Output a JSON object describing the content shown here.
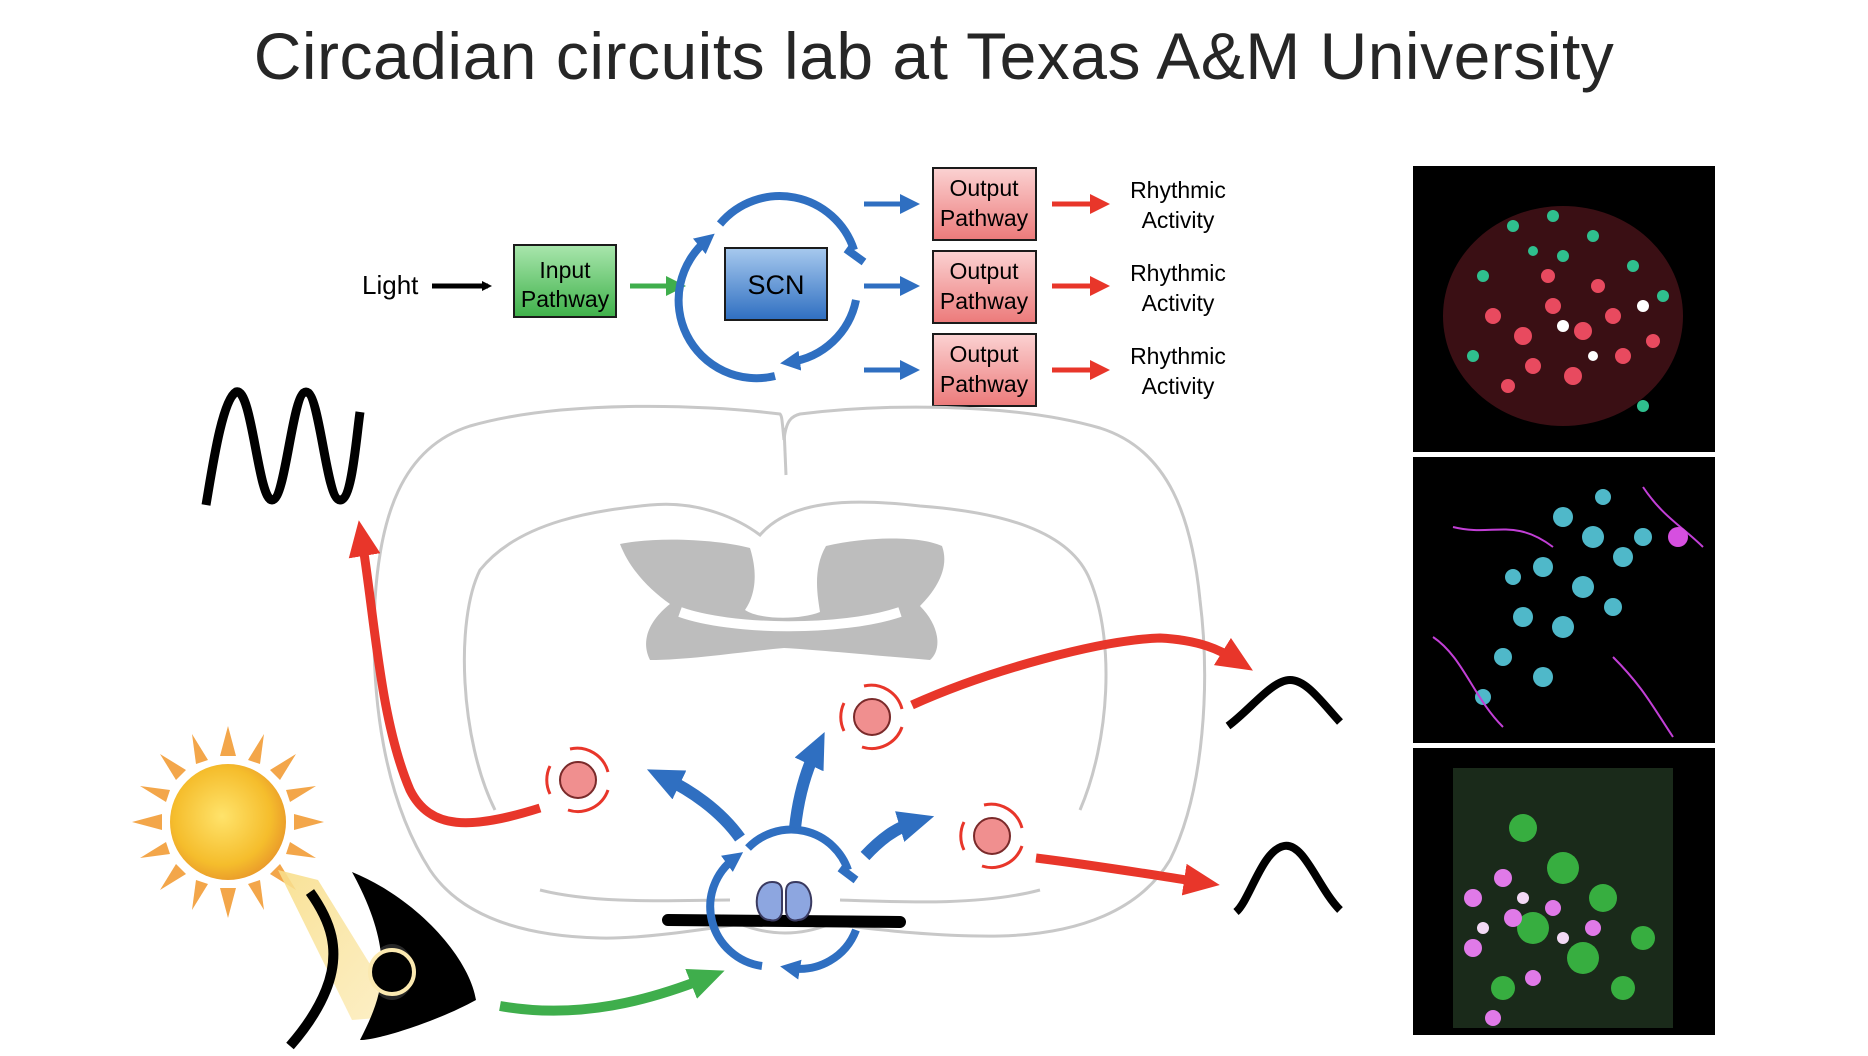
{
  "title": "Circadian circuits lab at Texas A&M University",
  "flow": {
    "light_label": "Light",
    "input_box": [
      "Input",
      "Pathway"
    ],
    "scn_label": "SCN",
    "outputs": [
      {
        "box": [
          "Output",
          "Pathway"
        ],
        "result": [
          "Rhythmic",
          "Activity"
        ]
      },
      {
        "box": [
          "Output",
          "Pathway"
        ],
        "result": [
          "Rhythmic",
          "Activity"
        ]
      },
      {
        "box": [
          "Output",
          "Pathway"
        ],
        "result": [
          "Rhythmic",
          "Activity"
        ]
      }
    ]
  },
  "colors": {
    "input_green": "#5fc46a",
    "scn_blue": "#3b7cc7",
    "output_red": "#ee8a8a",
    "arrow_red": "#e8362a",
    "arrow_blue": "#2f6fc1",
    "arrow_green": "#3fae4c",
    "brain_outline": "#c8c8c8",
    "ventricle_gray": "#bdbdbd",
    "sun_yellow": "#f4c430"
  },
  "icons": [
    "sun-icon",
    "eye-icon",
    "wave-icon",
    "clock-cycle-icon"
  ],
  "micrographs": [
    "micrograph-red-green",
    "micrograph-cyan-magenta",
    "micrograph-green-magenta"
  ]
}
